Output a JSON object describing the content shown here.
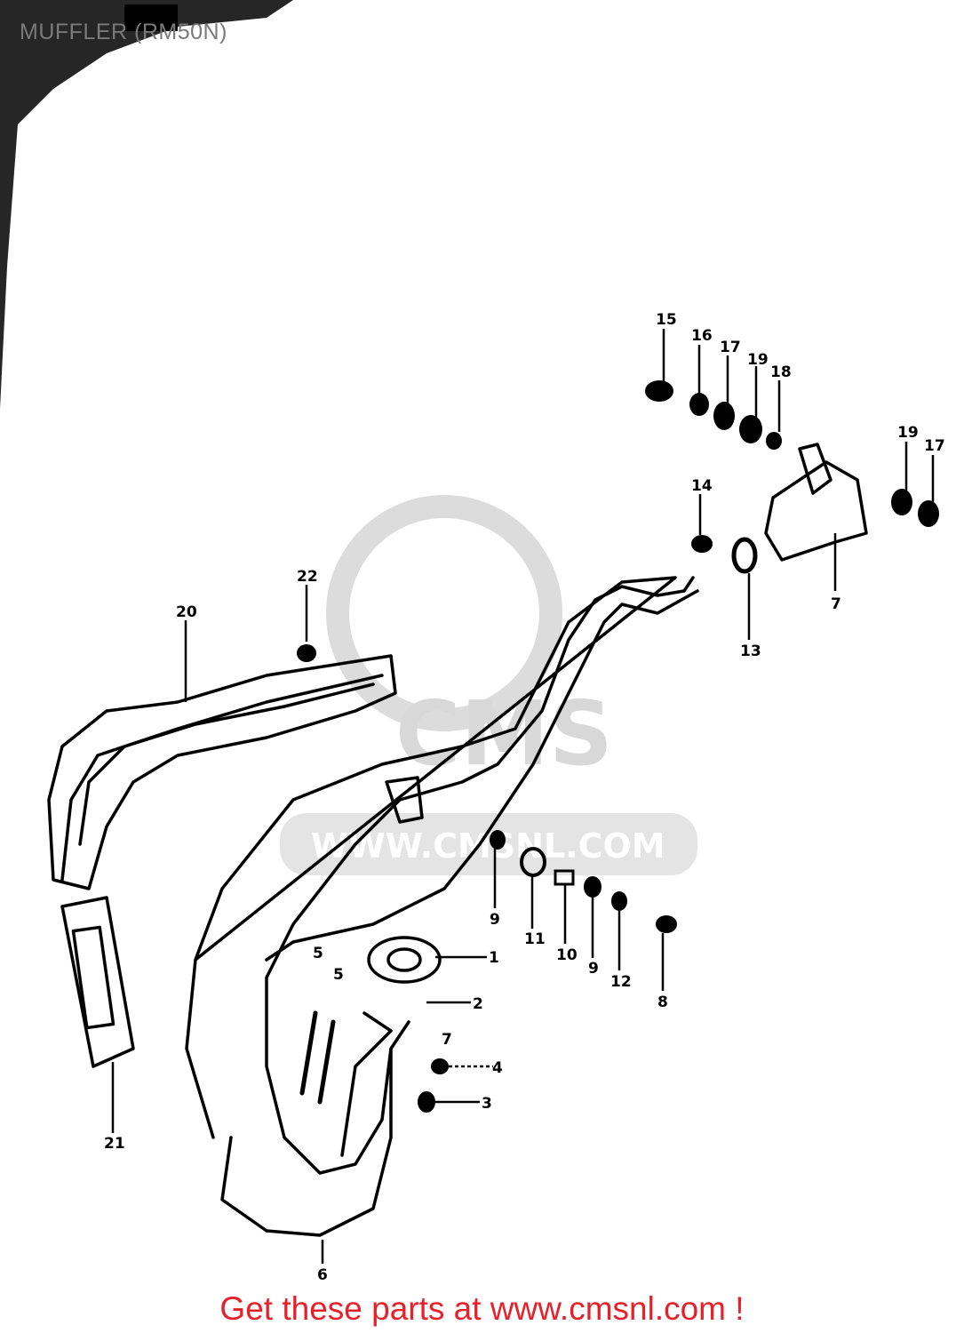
{
  "title": "MUFFLER (RM50N)",
  "footer": "Get these parts at www.cmsnl.com !",
  "watermark": {
    "logo": "CMS",
    "url": "WWW.CMSNL.COM"
  },
  "colors": {
    "footer": "#e8202a",
    "title": "#7a7a7a",
    "watermark": "#d8d8d8"
  },
  "part_labels": [
    "15",
    "16",
    "17",
    "19",
    "18",
    "19",
    "17",
    "14",
    "13",
    "7",
    "22",
    "20",
    "9",
    "11",
    "10",
    "9",
    "12",
    "8",
    "1",
    "2",
    "4",
    "3",
    "5",
    "5",
    "7",
    "21",
    "6"
  ]
}
